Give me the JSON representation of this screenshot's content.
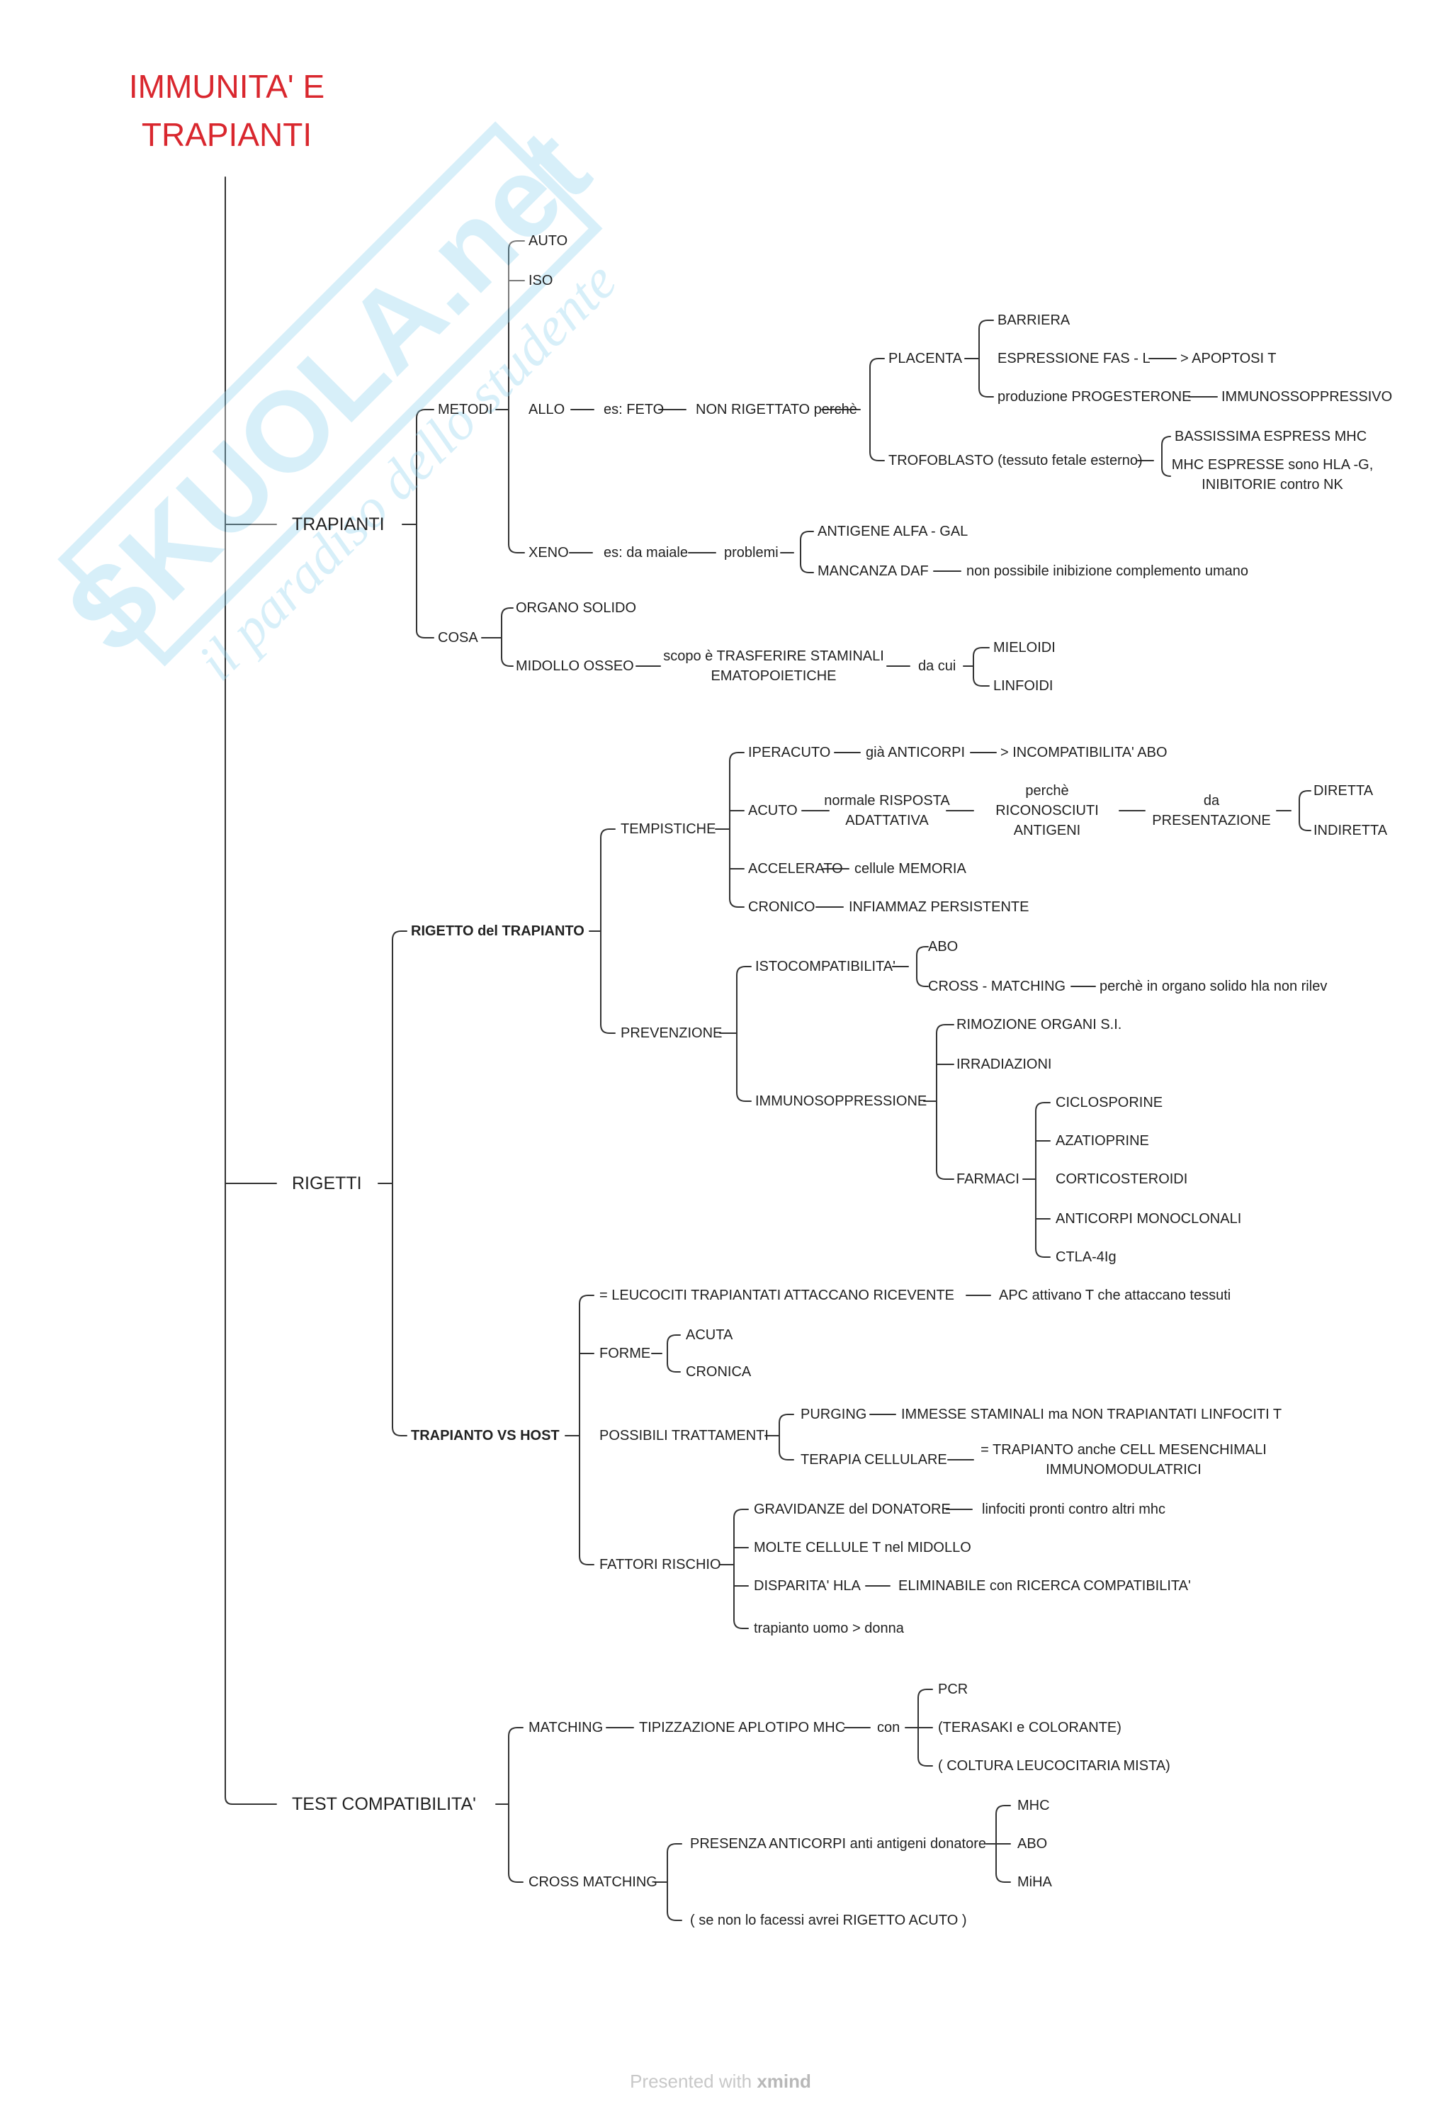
{
  "title": "IMMUNITA' E TRAPIANTI",
  "watermark": {
    "brand": "SKUOLA.net",
    "tagline": "il paradiso dello studente",
    "color": "#8fd3ee"
  },
  "footer": {
    "prefix": "Presented with",
    "brand": "xmind"
  },
  "colors": {
    "title": "#d9272e",
    "line": "#333333",
    "text": "#222222"
  },
  "nodes": {
    "trapianti": "TRAPIANTI",
    "metodi": "METODI",
    "auto": "AUTO",
    "iso": "ISO",
    "allo": "ALLO",
    "es_feto": "es: FETO",
    "non_rigettato": "NON RIGETTATO perchè",
    "placenta": "PLACENTA",
    "barriera": "BARRIERA",
    "espressione_fas": "ESPRESSIONE FAS - L",
    "apoptosi": "> APOPTOSI T",
    "produzione_prog": "produzione PROGESTERONE",
    "immunosoppressivo": "IMMUNOSSOPPRESSIVO",
    "trofoblasto": "TROFOBLASTO (tessuto fetale esterno)",
    "bassissima": "BASSISSIMA ESPRESS MHC",
    "mhc_espresse_1": "MHC ESPRESSE sono HLA -G,",
    "mhc_espresse_2": "INIBITORIE contro NK",
    "xeno": "XENO",
    "es_maiale": "es: da maiale",
    "problemi": "problemi",
    "antigene_alfa": "ANTIGENE ALFA - GAL",
    "mancanza_daf": "MANCANZA DAF",
    "non_possibile": "non possibile inibizione complemento umano",
    "cosa": "COSA",
    "organo_solido": "ORGANO SOLIDO",
    "midollo_osseo": "MIDOLLO OSSEO",
    "scopo_1": "scopo è TRASFERIRE STAMINALI",
    "scopo_2": "EMATOPOIETICHE",
    "da_cui": "da cui",
    "mieloidi": "MIELOIDI",
    "linfoidi": "LINFOIDI",
    "rigetti": "RIGETTI",
    "rigetto_trapianto": "RIGETTO del TRAPIANTO",
    "tempistiche": "TEMPISTICHE",
    "iperacuto": "IPERACUTO",
    "gia_anticorpi": "già ANTICORPI",
    "incompatibilita_abo": "> INCOMPATIBILITA' ABO",
    "acuto": "ACUTO",
    "normale_risposta_1": "normale RISPOSTA",
    "normale_risposta_2": "ADATTATIVA",
    "perche_riconosciuti_1": "perchè",
    "perche_riconosciuti_2": "RICONOSCIUTI",
    "perche_riconosciuti_3": "ANTIGENI",
    "da_presentazione_1": "da",
    "da_presentazione_2": "PRESENTAZIONE",
    "diretta": "DIRETTA",
    "indiretta": "INDIRETTA",
    "accelerato": "ACCELERATO",
    "cellule_memoria": "cellule MEMORIA",
    "cronico": "CRONICO",
    "infiammaz": "INFIAMMAZ PERSISTENTE",
    "prevenzione": "PREVENZIONE",
    "istocompatibilita": "ISTOCOMPATIBILITA'",
    "abo": "ABO",
    "cross_matching_dash": "CROSS - MATCHING",
    "perche_organo": "perchè in organo solido hla non rilev",
    "immunosoppressione": "IMMUNOSOPPRESSIONE",
    "rimozione": "RIMOZIONE ORGANI S.I.",
    "irradiazioni": "IRRADIAZIONI",
    "farmaci": "FARMACI",
    "ciclosporine": "CICLOSPORINE",
    "azatioprine": "AZATIOPRINE",
    "corticosteroidi": "CORTICOSTEROIDI",
    "anticorpi_mono": "ANTICORPI MONOCLONALI",
    "ctla": "CTLA-4Ig",
    "trapianto_vs_host": "TRAPIANTO VS HOST",
    "leucociti": "= LEUCOCITI TRAPIANTATI ATTACCANO RICEVENTE",
    "apc_attivano": "APC attivano T che attaccano tessuti",
    "forme": "FORME",
    "acuta": "ACUTA",
    "cronica": "CRONICA",
    "possibili_trattamenti": "POSSIBILI TRATTAMENTI",
    "purging": "PURGING",
    "immesse_staminali": "IMMESSE STAMINALI ma NON TRAPIANTATI LINFOCITI T",
    "terapia_cellulare": "TERAPIA CELLULARE",
    "trapianto_anche_1": "= TRAPIANTO anche CELL MESENCHIMALI",
    "trapianto_anche_2": "IMMUNOMODULATRICI",
    "fattori_rischio": "FATTORI RISCHIO",
    "gravidanze": "GRAVIDANZE del DONATORE",
    "linfociti_pronti": "linfociti pronti contro altri mhc",
    "molte_cellule": "MOLTE CELLULE T nel MIDOLLO",
    "disparita": "DISPARITA' HLA",
    "eliminabile": "ELIMINABILE con RICERCA COMPATIBILITA'",
    "uomo_donna": "trapianto uomo > donna",
    "test_compatibilita": "TEST COMPATIBILITA'",
    "matching": "MATCHING",
    "tipizzazione": "TIPIZZAZIONE APLOTIPO MHC",
    "con": "con",
    "pcr": "PCR",
    "terasaki": "(TERASAKI e COLORANTE)",
    "coltura": "( COLTURA LEUCOCITARIA MISTA)",
    "cross_matching": "CROSS MATCHING",
    "presenza_anticorpi": "PRESENZA ANTICORPI anti antigeni donatore",
    "mhc": "MHC",
    "abo2": "ABO",
    "miha": "MiHA",
    "se_non": "( se non lo facessi avrei RIGETTO ACUTO )"
  }
}
